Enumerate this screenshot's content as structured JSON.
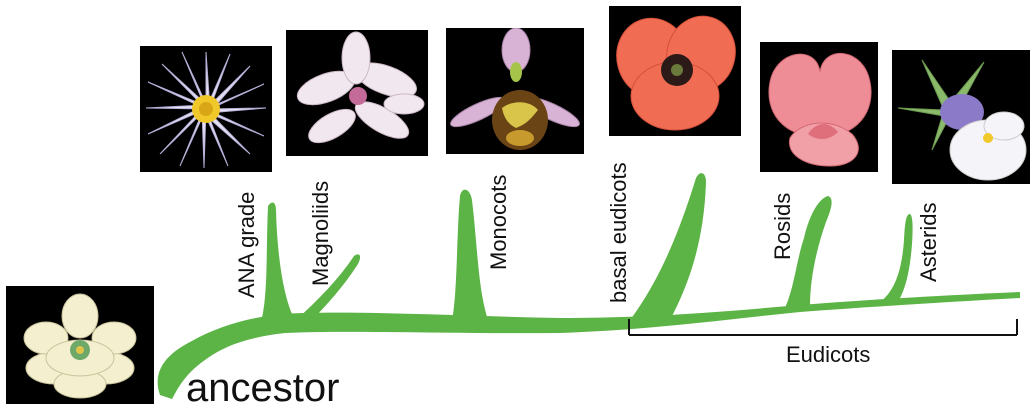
{
  "tree": {
    "branch_color": "#5bb445",
    "root_label": "ancestor",
    "clades": [
      {
        "label": "ANA grade"
      },
      {
        "label": "Magnoliids"
      },
      {
        "label": "Monocots"
      },
      {
        "label": "basal eudicots"
      },
      {
        "label": "Rosids"
      },
      {
        "label": "Asterids"
      }
    ],
    "bracket_label": "Eudicots"
  }
}
